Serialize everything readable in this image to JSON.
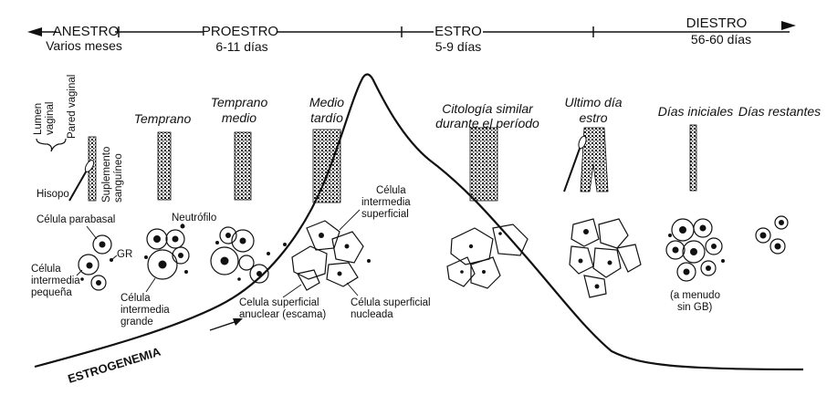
{
  "timeline": {
    "phases": [
      {
        "name": "ANESTRO",
        "duration": "Varios meses"
      },
      {
        "name": "PROESTRO",
        "duration": "6-11 días"
      },
      {
        "name": "ESTRO",
        "duration": "5-9 días"
      },
      {
        "name": "DIESTRO",
        "duration": "56-60 días"
      }
    ]
  },
  "stages": [
    {
      "line1": "Temprano",
      "line2": ""
    },
    {
      "line1": "Temprano",
      "line2": "medio"
    },
    {
      "line1": "Medio",
      "line2": "tardío"
    },
    {
      "line1": "Citología similar",
      "line2": "durante el período"
    },
    {
      "line1": "Ultimo día",
      "line2": "estro"
    },
    {
      "line1": "Días iniciales",
      "line2": ""
    },
    {
      "line1": "Días restantes",
      "line2": ""
    }
  ],
  "vaginal_labels": {
    "lumen_line1": "Lumen",
    "lumen_line2": "vaginal",
    "pared": "Pared vaginal",
    "suplemento_line1": "Suplemento",
    "suplemento_line2": "sanguíneo",
    "hisopo": "Hisopo"
  },
  "cell_labels": {
    "parabasal": "Célula parabasal",
    "gr": "GR",
    "intermedia_peq_1": "Célula",
    "intermedia_peq_2": "intermedia",
    "intermedia_peq_3": "pequeña",
    "neutrofilo": "Neutrófilo",
    "intermedia_gr_1": "Célula",
    "intermedia_gr_2": "intermedia",
    "intermedia_gr_3": "grande",
    "int_sup_1": "Célula",
    "int_sup_2": "intermedia",
    "int_sup_3": "superficial",
    "anuclear_1": "Celula superficial",
    "anuclear_2": "anuclear (escama)",
    "nucleada_1": "Célula superficial",
    "nucleada_2": "nucleada",
    "menudo_1": "(a menudo",
    "menudo_2": "sin GB)"
  },
  "curve_label": "ESTROGENEMIA"
}
